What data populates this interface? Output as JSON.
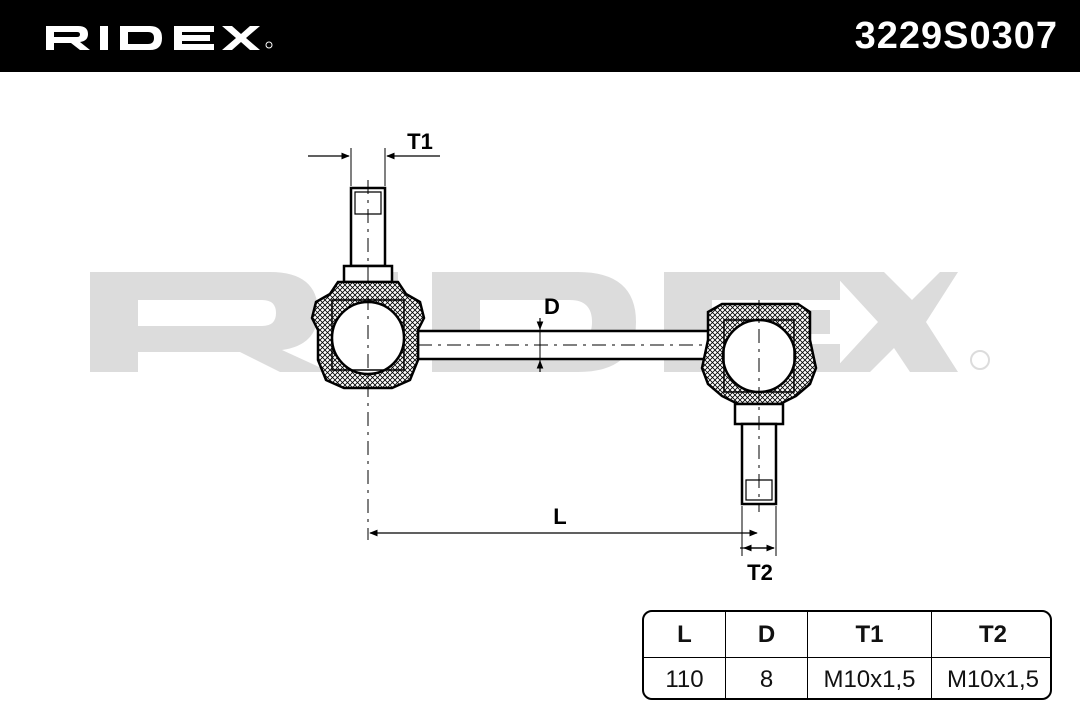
{
  "brand": {
    "logo_text": "RIDEX",
    "logo_icon": "ridex-logo-icon",
    "watermark_icon": "ridex-watermark-icon",
    "colors": {
      "header_bg": "#000000",
      "header_text": "#ffffff",
      "watermark": "#dcdcdc"
    }
  },
  "part_number": "3229S0307",
  "dimensions": {
    "t1": "T1",
    "d": "D",
    "l": "L",
    "t2": "T2"
  },
  "spec_table": {
    "headers": [
      "L",
      "D",
      "T1",
      "T2"
    ],
    "values": [
      "110",
      "8",
      "M10x1,5",
      "M10x1,5"
    ]
  }
}
